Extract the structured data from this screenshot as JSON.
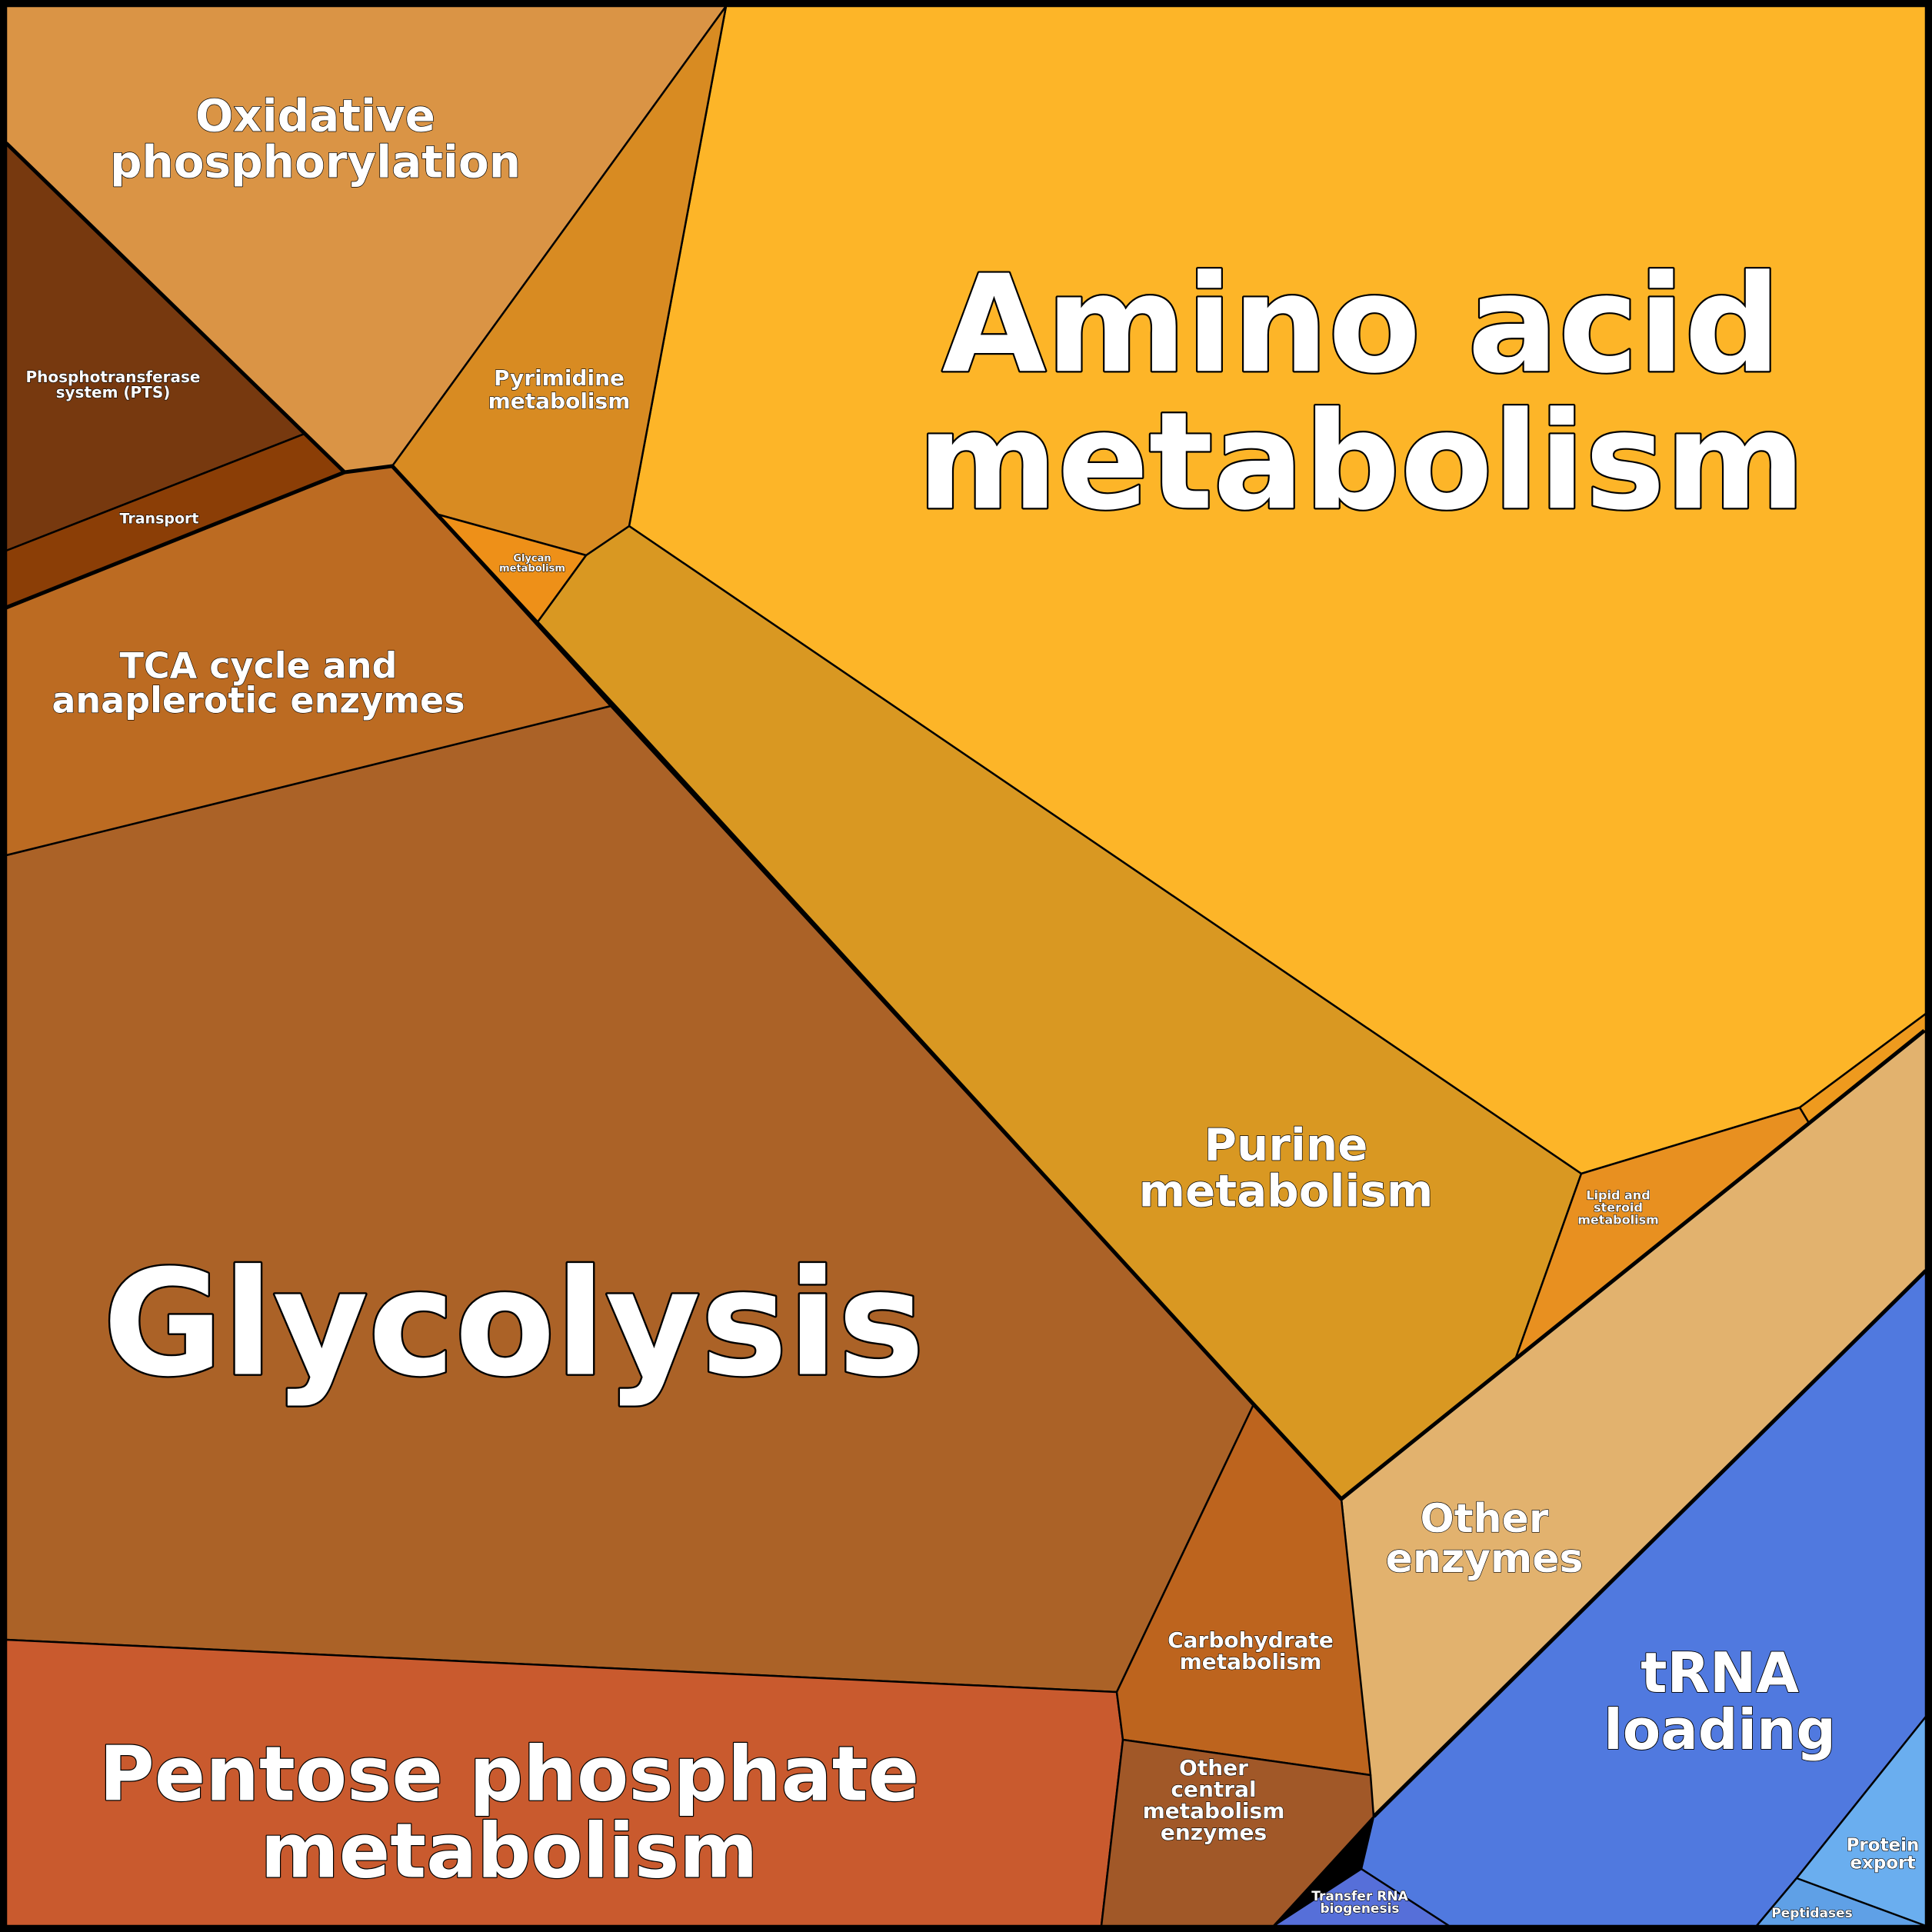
{
  "cells": [
    {
      "id": "amino-acid-metabolism",
      "lines": [
        "Amino acid",
        "metabolism"
      ],
      "color": "#FDB528"
    },
    {
      "id": "glycolysis",
      "lines": [
        "Glycolysis"
      ],
      "color": "#AB6227"
    },
    {
      "id": "pentose-phosphate-metabolism",
      "lines": [
        "Pentose phosphate",
        "metabolism"
      ],
      "color": "#C95A2E"
    },
    {
      "id": "oxidative-phosphorylation",
      "lines": [
        "Oxidative",
        "phosphorylation"
      ],
      "color": "#DA9445"
    },
    {
      "id": "tca-cycle",
      "lines": [
        "TCA cycle and",
        "anaplerotic enzymes"
      ],
      "color": "#BC6B22"
    },
    {
      "id": "purine-metabolism",
      "lines": [
        "Purine",
        "metabolism"
      ],
      "color": "#D99822"
    },
    {
      "id": "pyrimidine-metabolism",
      "lines": [
        "Pyrimidine",
        "metabolism"
      ],
      "color": "#D88B22"
    },
    {
      "id": "phosphotransferase-system",
      "lines": [
        "Phosphotransferase",
        "system (PTS)"
      ],
      "color": "#77390F"
    },
    {
      "id": "transport",
      "lines": [
        "Transport"
      ],
      "color": "#8B3E06"
    },
    {
      "id": "glycan-metabolism",
      "lines": [
        "Glycan",
        "metabolism"
      ],
      "color": "#EE9018"
    },
    {
      "id": "lipid-steroid-metabolism",
      "lines": [
        "Lipid and",
        "steroid",
        "metabolism"
      ],
      "color": "#E89020"
    },
    {
      "id": "small-sliver",
      "lines": [
        ""
      ],
      "color": "#EE9A1E"
    },
    {
      "id": "other-enzymes",
      "lines": [
        "Other",
        "enzymes"
      ],
      "color": "#E2B26E"
    },
    {
      "id": "carbohydrate-metabolism",
      "lines": [
        "Carbohydrate",
        "metabolism"
      ],
      "color": "#BD641E"
    },
    {
      "id": "other-central-metabolism-enzymes",
      "lines": [
        "Other",
        "central",
        "metabolism",
        "enzymes"
      ],
      "color": "#A15828"
    },
    {
      "id": "trna-loading",
      "lines": [
        "tRNA",
        "loading"
      ],
      "color": "#5079DF"
    },
    {
      "id": "protein-export",
      "lines": [
        "Protein",
        "export"
      ],
      "color": "#6AAEEF"
    },
    {
      "id": "peptidases",
      "lines": [
        "Peptidases"
      ],
      "color": "#5FA0E6"
    },
    {
      "id": "transfer-rna-biogenesis",
      "lines": [
        "Transfer RNA",
        "biogenesis"
      ],
      "color": "#566FD9"
    }
  ]
}
